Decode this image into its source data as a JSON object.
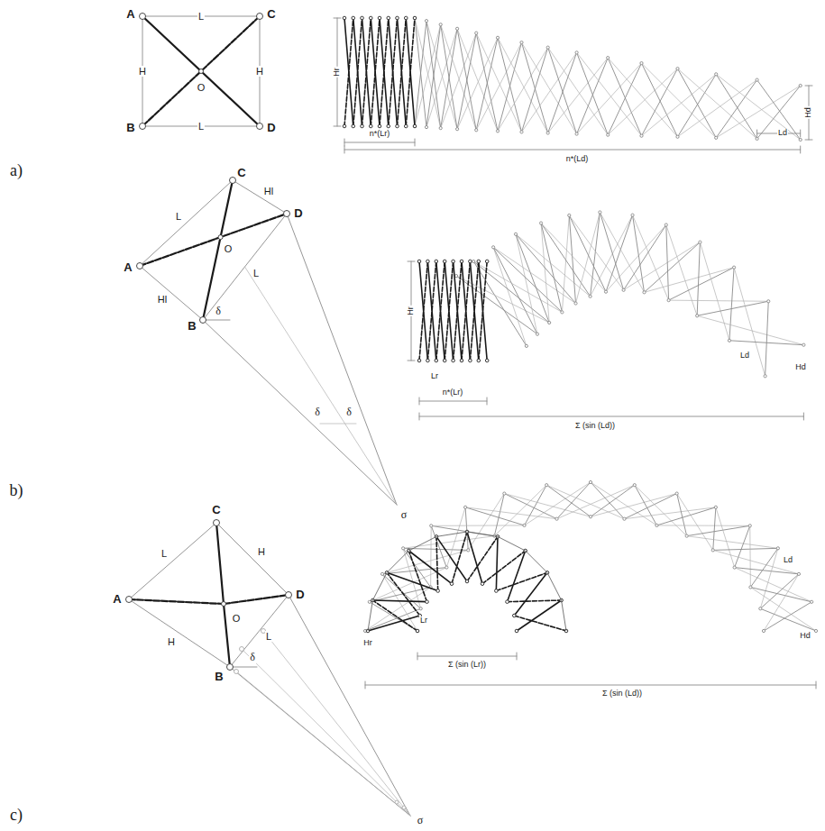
{
  "diagram": {
    "labels": [
      "a)",
      "A",
      "C",
      "B",
      "D",
      "O",
      "L",
      "L",
      "H",
      "H",
      "Hr",
      "n*(Lr)",
      "n*(Ld)",
      "Ld",
      "Hd",
      "b)",
      "C",
      "A",
      "D",
      "B",
      "O",
      "L",
      "Hl",
      "Hl",
      "L",
      "δ",
      "δ",
      "δ",
      "σ",
      "Hr",
      "Lr",
      "n*(Lr)",
      "Σ (sin (Ld))",
      "Ld",
      "Hd",
      "c)",
      "C",
      "A",
      "D",
      "B",
      "O",
      "L",
      "H",
      "H",
      "L",
      "δ",
      "σ",
      "Hr",
      "Lr",
      "Σ (sin (Lr))",
      "Σ (sin (Ld))",
      "Ld",
      "Hd"
    ]
  }
}
